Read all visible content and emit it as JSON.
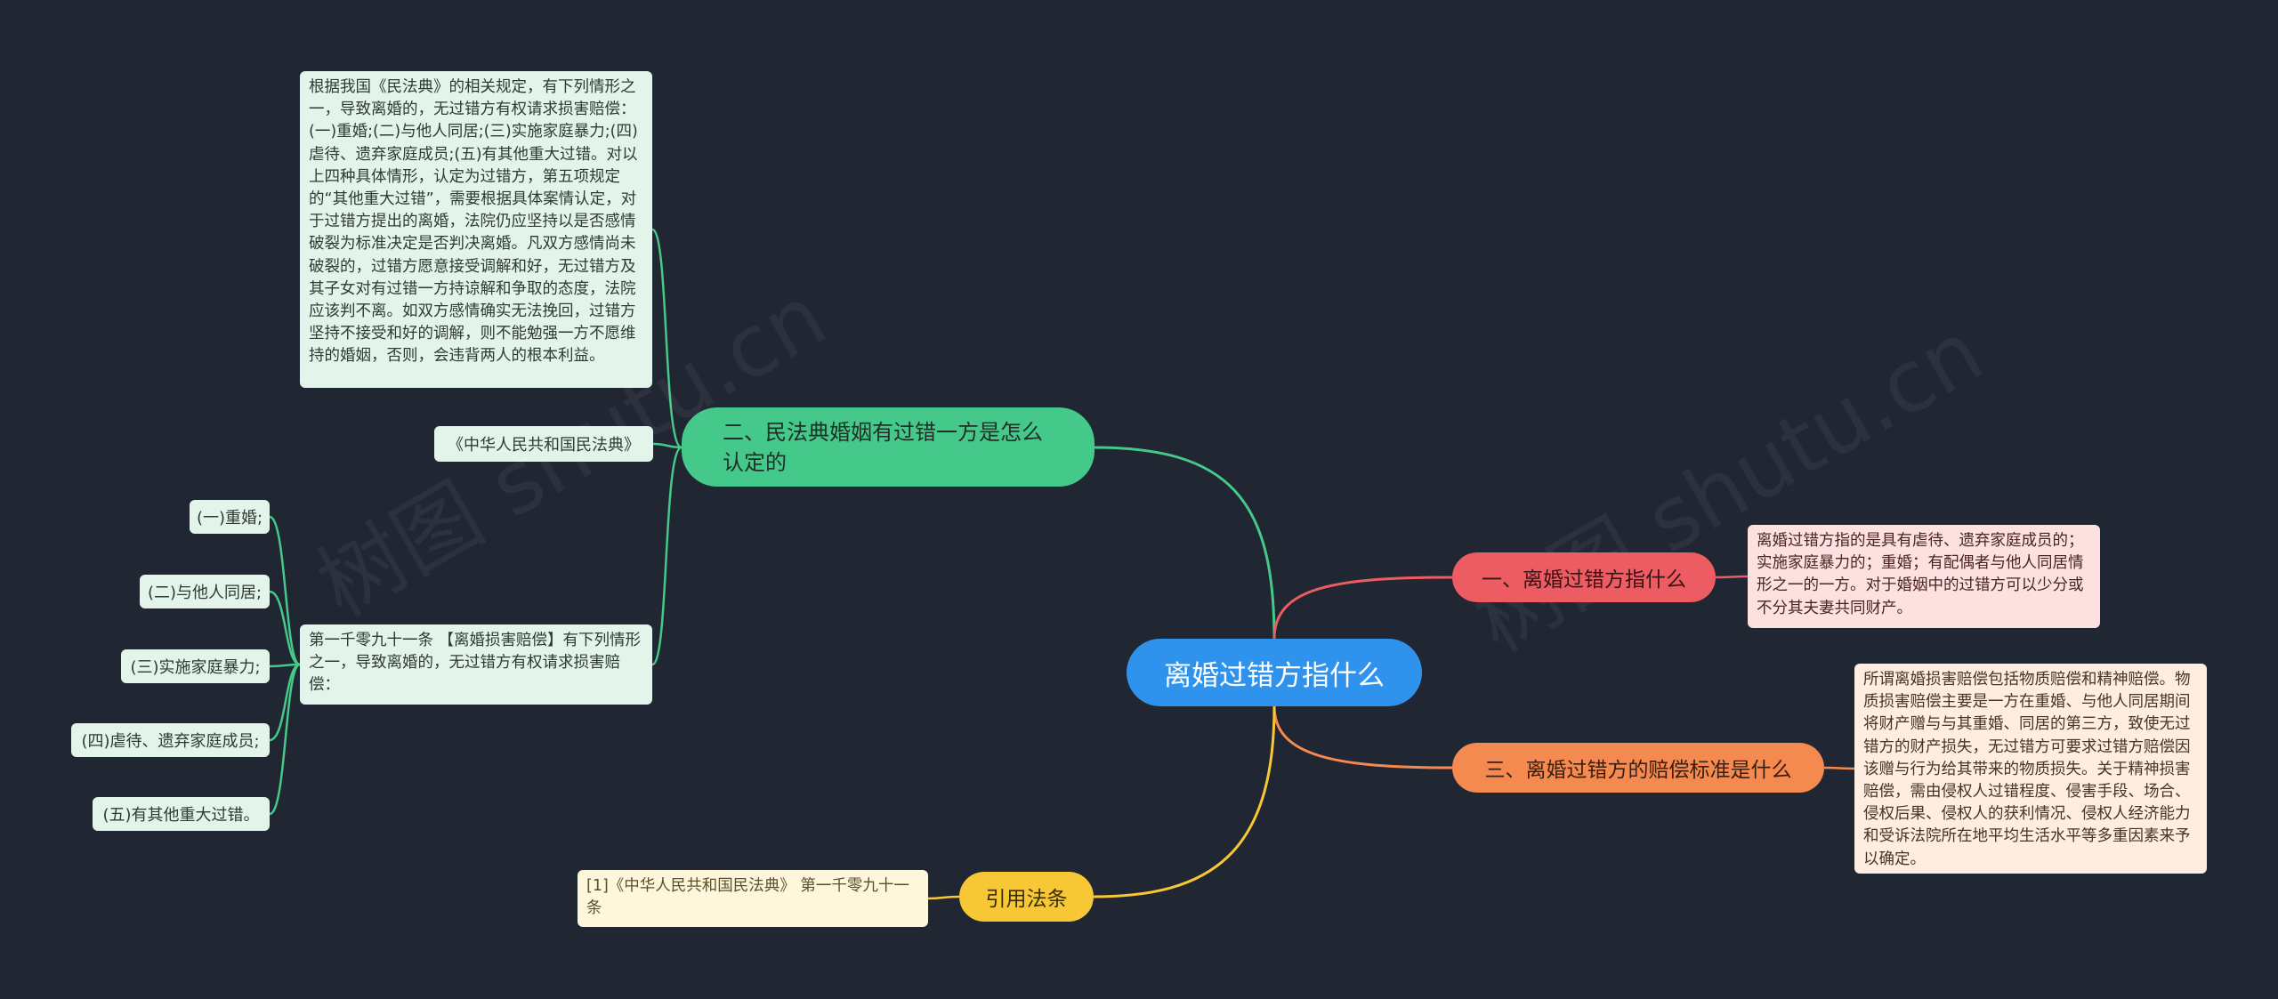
{
  "root": {
    "label": "离婚过错方指什么"
  },
  "branches": {
    "fault_determination": {
      "label": "二、民法典婚姻有过错一方是怎么认定的"
    },
    "definition": {
      "label": "一、离婚过错方指什么"
    },
    "compensation": {
      "label": "三、离婚过错方的赔偿标准是什么"
    },
    "citation": {
      "label": "引用法条"
    }
  },
  "leaves": {
    "fault_detail": "根据我国《民法典》的相关规定，有下列情形之一，导致离婚的，无过错方有权请求损害赔偿：(一)重婚;(二)与他人同居;(三)实施家庭暴力;(四)虐待、遗弃家庭成员;(五)有其他重大过错。对以上四种具体情形，认定为过错方，第五项规定的“其他重大过错”，需要根据具体案情认定，对于过错方提出的离婚，法院仍应坚持以是否感情破裂为标准决定是否判决离婚。凡双方感情尚未破裂的，过错方愿意接受调解和好，无过错方及其子女对有过错一方持谅解和争取的态度，法院应该判不离。如双方感情确实无法挽回，过错方坚持不接受和好的调解，则不能勉强一方不愿维持的婚姻，否则，会违背两人的根本利益。",
    "civil_code_ref": "《中华人民共和国民法典》",
    "article_1091": "第一千零九十一条 【离婚损害赔偿】有下列情形之一，导致离婚的，无过错方有权请求损害赔偿：",
    "items": [
      "(一)重婚;",
      "(二)与他人同居;",
      "(三)实施家庭暴力;",
      "(四)虐待、遗弃家庭成员;",
      "(五)有其他重大过错。"
    ],
    "definition_detail": "离婚过错方指的是具有虐待、遗弃家庭成员的；实施家庭暴力的；重婚；有配偶者与他人同居情形之一的一方。对于婚姻中的过错方可以少分或不分其夫妻共同财产。",
    "compensation_detail": "所谓离婚损害赔偿包括物质赔偿和精神赔偿。物质损害赔偿主要是一方在重婚、与他人同居期间将财产赠与与其重婚、同居的第三方，致使无过错方的财产损失，无过错方可要求过错方赔偿因该赠与行为给其带来的物质损失。关于精神损害赔偿，需由侵权人过错程度、侵害手段、场合、侵权后果、侵权人的获利情况、侵权人经济能力和受诉法院所在地平均生活水平等多重因素来予以确定。",
    "citation_detail": "[1]《中华人民共和国民法典》 第一千零九十一条"
  },
  "watermark": "树图 shutu.cn",
  "colors": {
    "background": "#212633",
    "root": "#2f93ee",
    "green": "#45c98a",
    "red": "#ee5c63",
    "orange": "#f58a50",
    "yellow": "#f7c736"
  }
}
